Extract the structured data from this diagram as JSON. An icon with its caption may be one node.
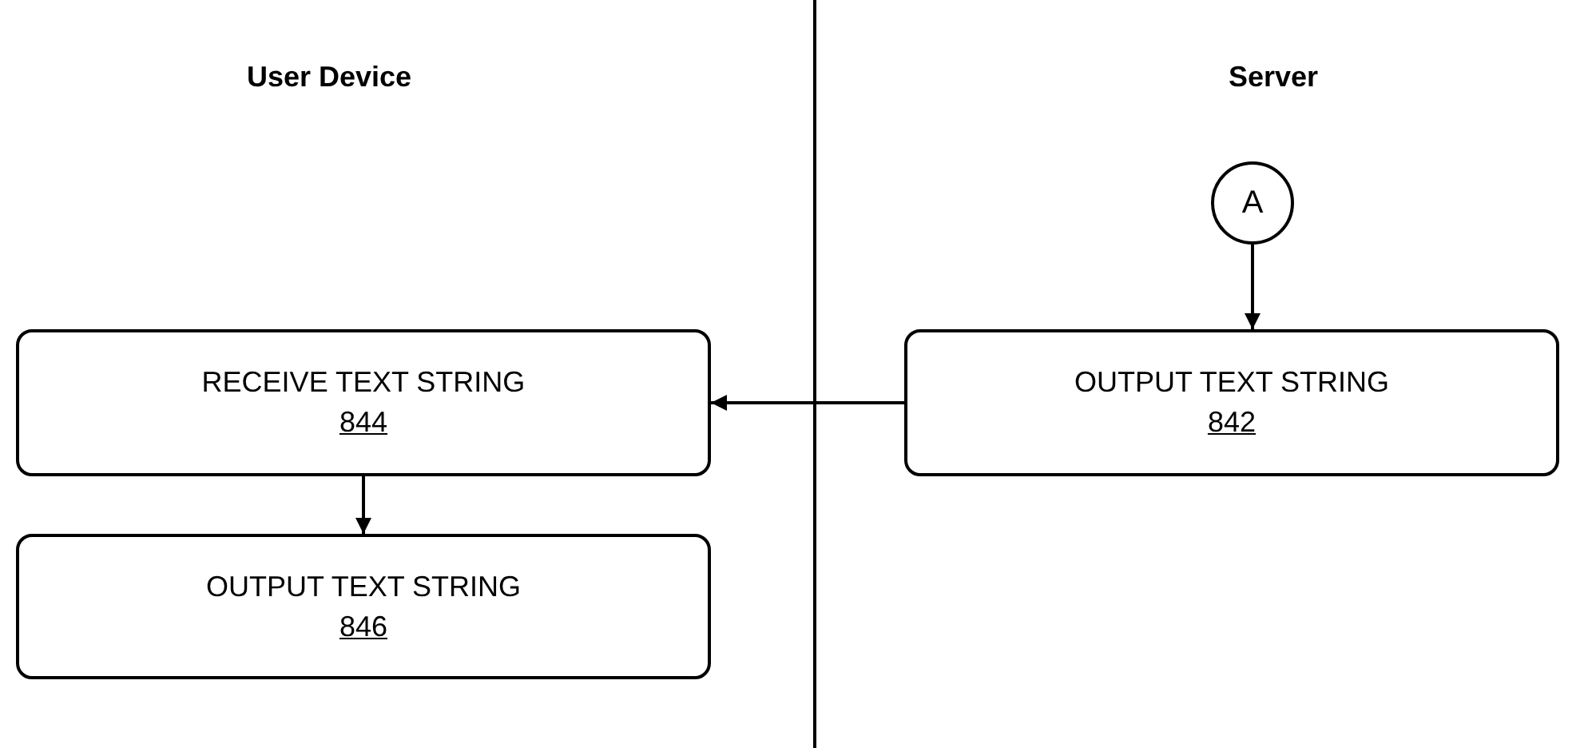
{
  "diagram": {
    "nodes": [
      {
        "text": [
          "A"
        ]
      },
      {
        "text": [
          "OUTPUT TEXT STRING",
          "842"
        ]
      },
      {
        "text": [
          "RECEIVE TEXT STRING",
          "844"
        ]
      },
      {
        "text": [
          "OUTPUT TEXT STRING",
          "846"
        ]
      }
    ],
    "edges": [
      {
        "from": 0,
        "to": 1,
        "arrow": "to"
      },
      {
        "from": 1,
        "to": 2,
        "arrow": "to"
      },
      {
        "from": 2,
        "to": 3,
        "arrow": "to"
      }
    ],
    "labels": [
      "User Device",
      "Server"
    ]
  }
}
